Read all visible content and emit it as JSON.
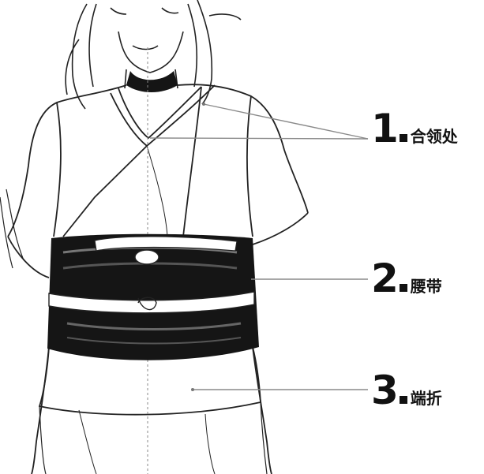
{
  "labels": [
    {
      "number": "1",
      "text": "合领处"
    },
    {
      "number": "2",
      "text": "腰带"
    },
    {
      "number": "3",
      "text": "端折"
    }
  ],
  "colors": {
    "ink": "#111111",
    "leader": "#8a8a8a",
    "paper": "#ffffff",
    "obi": "#151515"
  }
}
